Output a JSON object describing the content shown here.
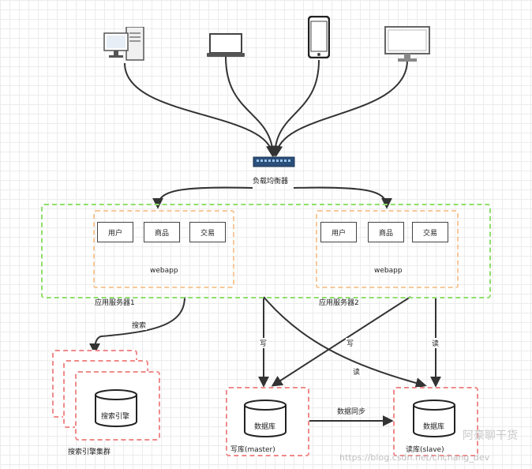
{
  "load_balancer_label": "负载均衡器",
  "app_server_1": {
    "label": "应用服务器1",
    "webapp_label": "webapp",
    "modules": [
      "用户",
      "商品",
      "交易"
    ]
  },
  "app_server_2": {
    "label": "应用服务器2",
    "webapp_label": "webapp",
    "modules": [
      "用户",
      "商品",
      "交易"
    ]
  },
  "search_cluster": {
    "engine_label": "搜索引擎",
    "cluster_label": "搜索引擎集群"
  },
  "master_db": {
    "db_label": "数据库",
    "caption": "写库(master)"
  },
  "slave_db": {
    "db_label": "数据库",
    "caption": "读库(slave)"
  },
  "edges": {
    "search": "搜索",
    "write_1": "写",
    "write_2": "写",
    "read_1": "读",
    "read_2": "读",
    "sync": "数据同步"
  },
  "watermark": "https://blog.csdn.net/chchang_dev",
  "brand": "阿豪聊干货",
  "icons": [
    "desktop-computer-icon",
    "laptop-icon",
    "smartphone-icon",
    "monitor-icon",
    "load-balancer-icon",
    "database-icon"
  ]
}
